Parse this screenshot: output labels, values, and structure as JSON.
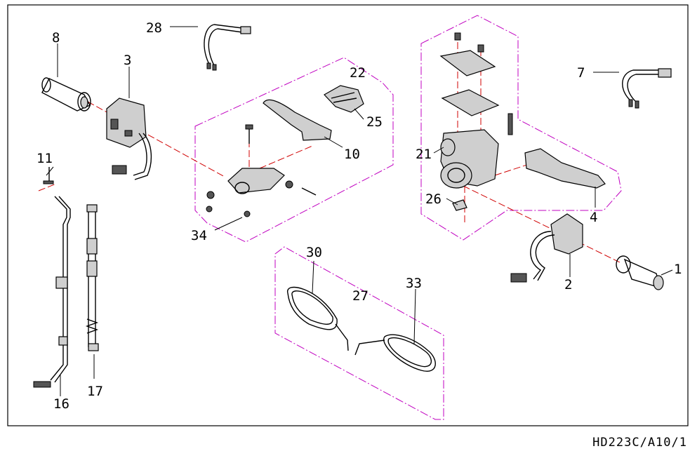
{
  "diagram": {
    "labels": {
      "p1": "1",
      "p2": "2",
      "p3": "3",
      "p4": "4",
      "p7": "7",
      "p8": "8",
      "p10": "10",
      "p11": "11",
      "p16": "16",
      "p17": "17",
      "p21": "21",
      "p22": "22",
      "p25": "25",
      "p26": "26",
      "p27": "27",
      "p28": "28",
      "p30": "30",
      "p33": "33",
      "p34": "34"
    },
    "drawing_code": "HD223C/A10/1",
    "colors": {
      "frame": "#000000",
      "group_outline": "#c000c0",
      "axis_line": "#d00000"
    }
  }
}
